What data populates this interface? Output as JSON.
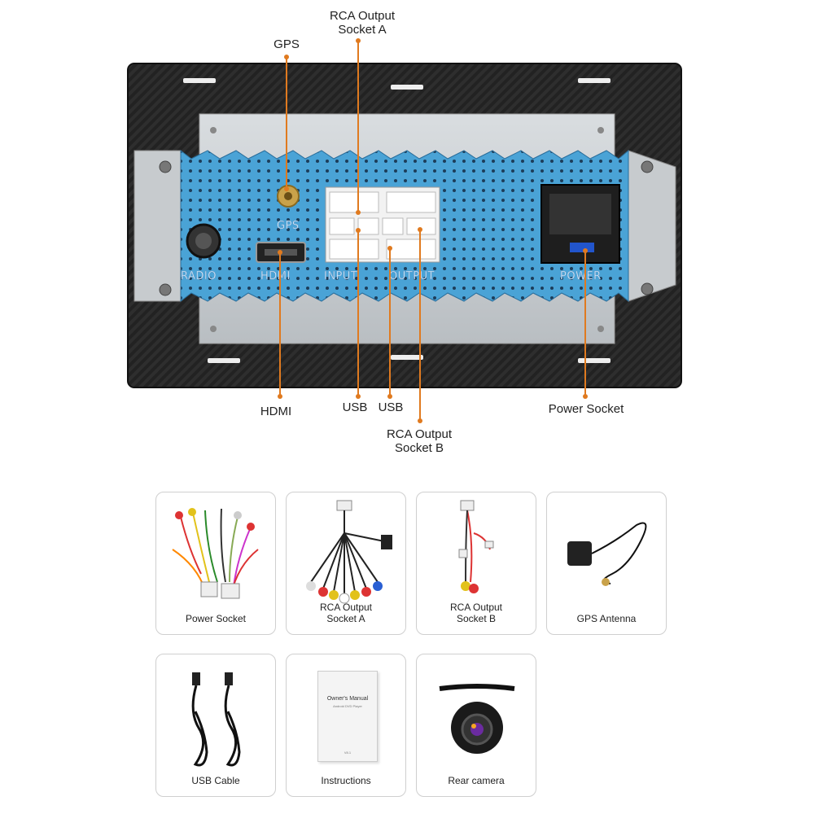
{
  "diagram": {
    "port_labels": {
      "radio": "RADIO",
      "gps": "GPS",
      "hdmi": "HDMI",
      "input": "INPUT",
      "output": "OUTPUT",
      "power": "POWER"
    },
    "callouts": {
      "rca_a": "RCA Output\nSocket A",
      "gps": "GPS",
      "hdmi": "HDMI",
      "usb_1": "USB",
      "usb_2": "USB",
      "rca_b": "RCA Output\nSocket B",
      "power_socket": "Power Socket"
    },
    "accent_color": "#e07a1f",
    "panel_color": "#4aa3d6"
  },
  "accessories": [
    {
      "label": "Power Socket",
      "icon": "wiring-harness-icon"
    },
    {
      "label": "RCA Output\nSocket A",
      "icon": "rca-cable-icon"
    },
    {
      "label": "RCA Output\nSocket B",
      "icon": "rca-cable-b-icon"
    },
    {
      "label": "GPS Antenna",
      "icon": "gps-antenna-icon"
    },
    {
      "label": "USB Cable",
      "icon": "usb-cable-icon"
    },
    {
      "label": "Instructions",
      "icon": "manual-booklet-icon",
      "booklet_title": "Owner's Manual",
      "booklet_subtitle": "Android DVD Player",
      "booklet_footer": "V8.1"
    },
    {
      "label": "Rear camera",
      "icon": "rear-camera-icon"
    }
  ]
}
